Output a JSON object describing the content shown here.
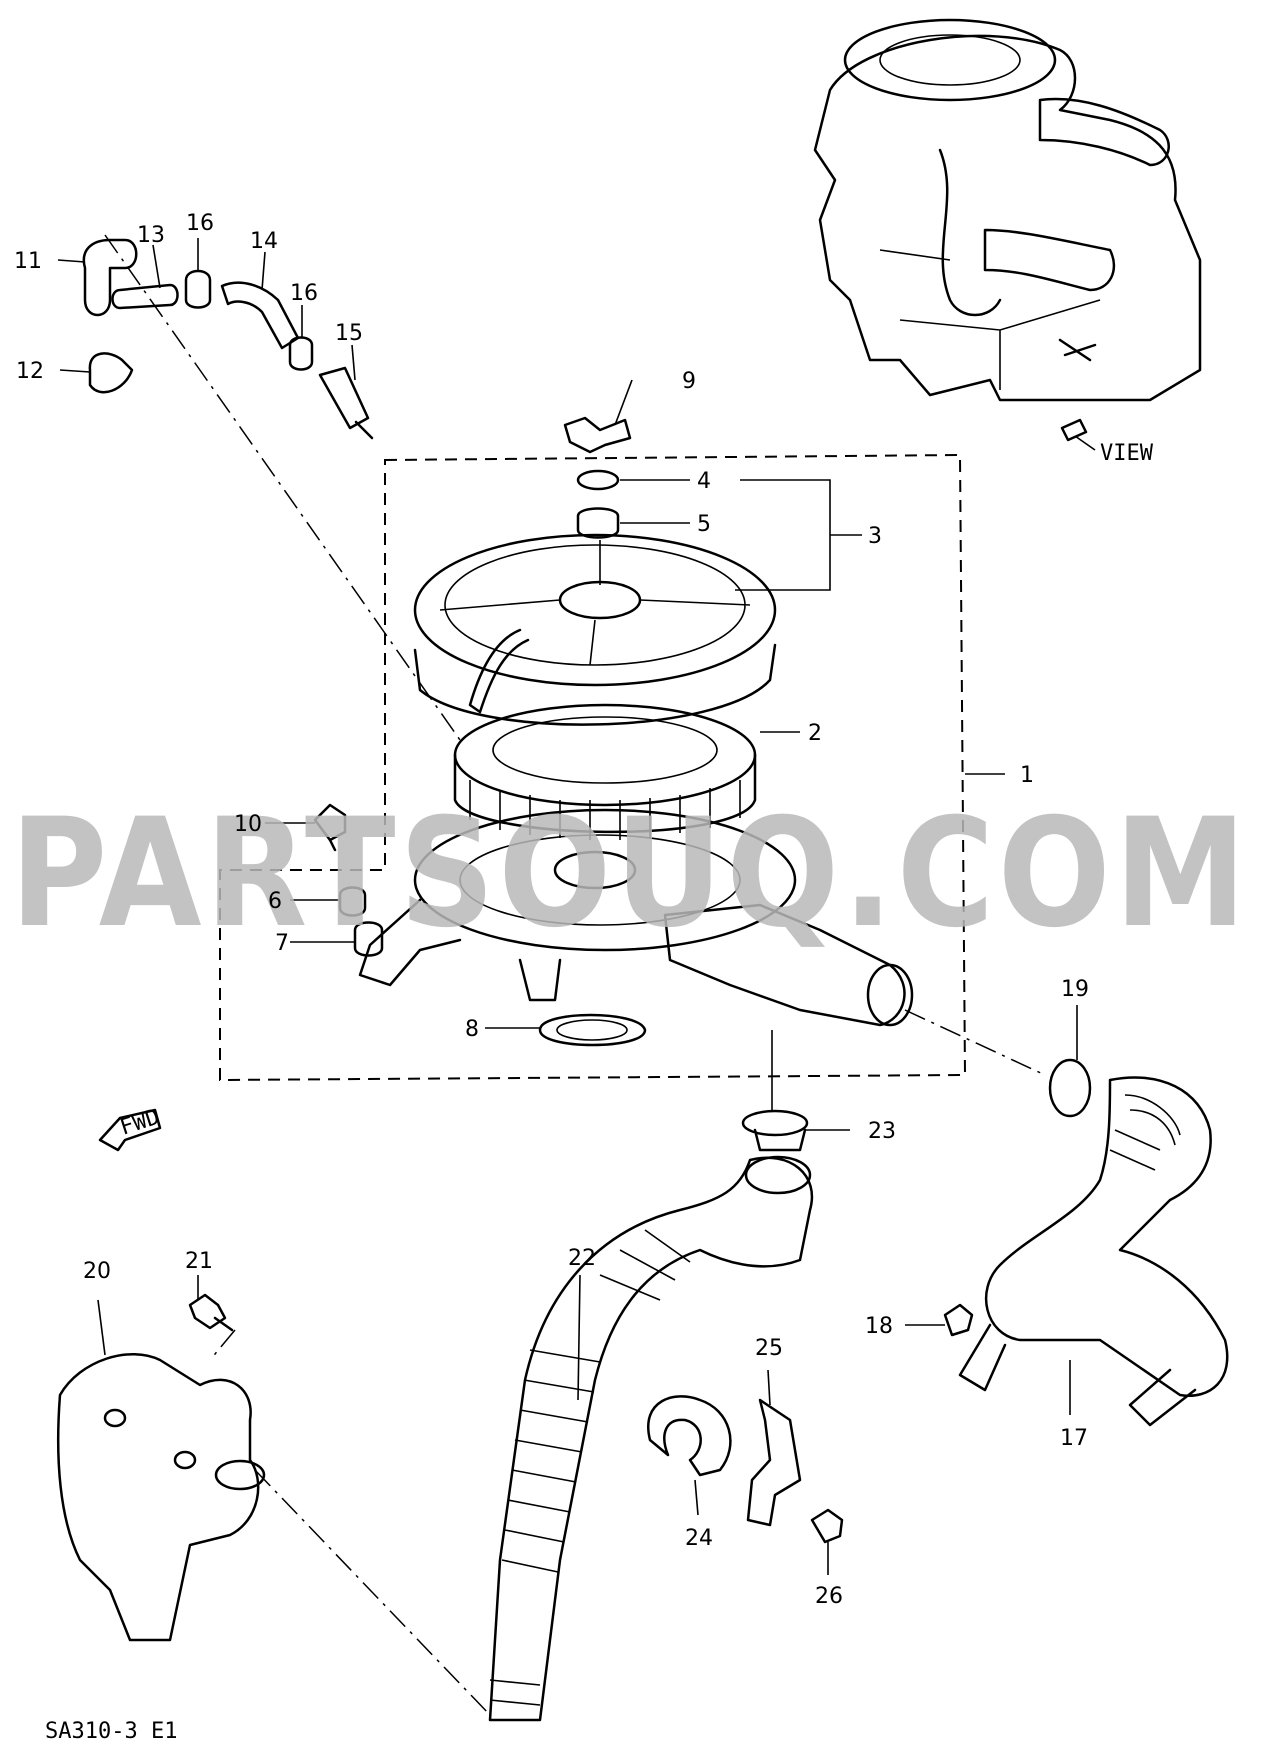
{
  "diagram": {
    "drawing_code": "SA310-3 E1",
    "watermark": "PARTSOUQ.COM",
    "view_label": "VIEW",
    "fwd_label": "FWD",
    "callouts": [
      "1",
      "2",
      "3",
      "4",
      "5",
      "6",
      "7",
      "8",
      "9",
      "10",
      "11",
      "12",
      "13",
      "14",
      "15",
      "16",
      "16",
      "17",
      "18",
      "19",
      "20",
      "21",
      "22",
      "23",
      "24",
      "25",
      "26"
    ]
  }
}
